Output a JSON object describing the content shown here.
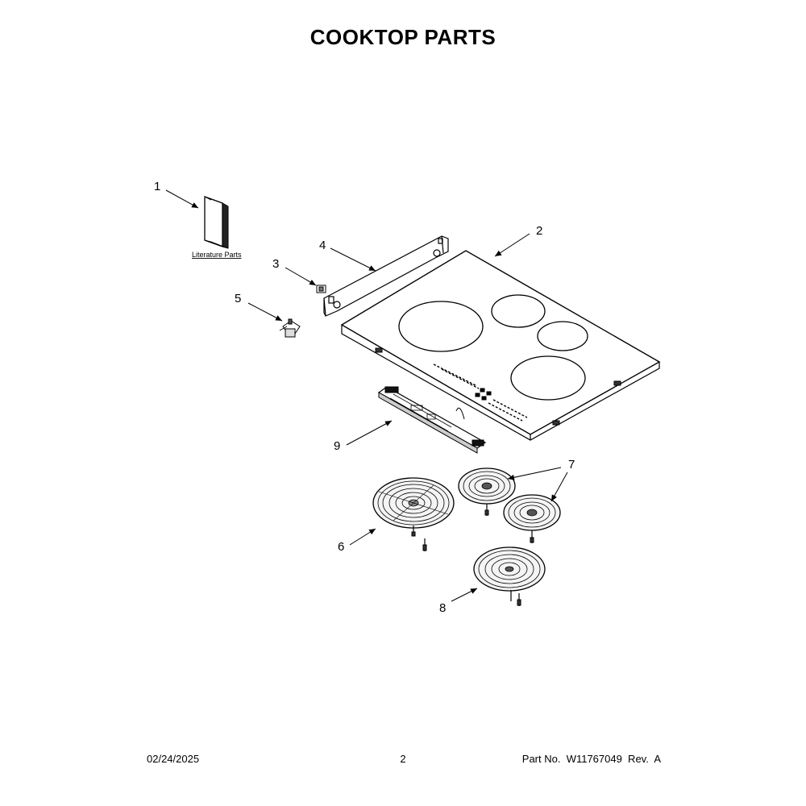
{
  "title": "COOKTOP PARTS",
  "callouts": {
    "c1": "1",
    "c2": "2",
    "c3": "3",
    "c4": "4",
    "c5": "5",
    "c6": "6",
    "c7": "7",
    "c8": "8",
    "c9": "9"
  },
  "literature_label": "Literature Parts",
  "footer": {
    "date": "02/24/2025",
    "page": "2",
    "part": "Part No.  W11767049  Rev.  A"
  }
}
